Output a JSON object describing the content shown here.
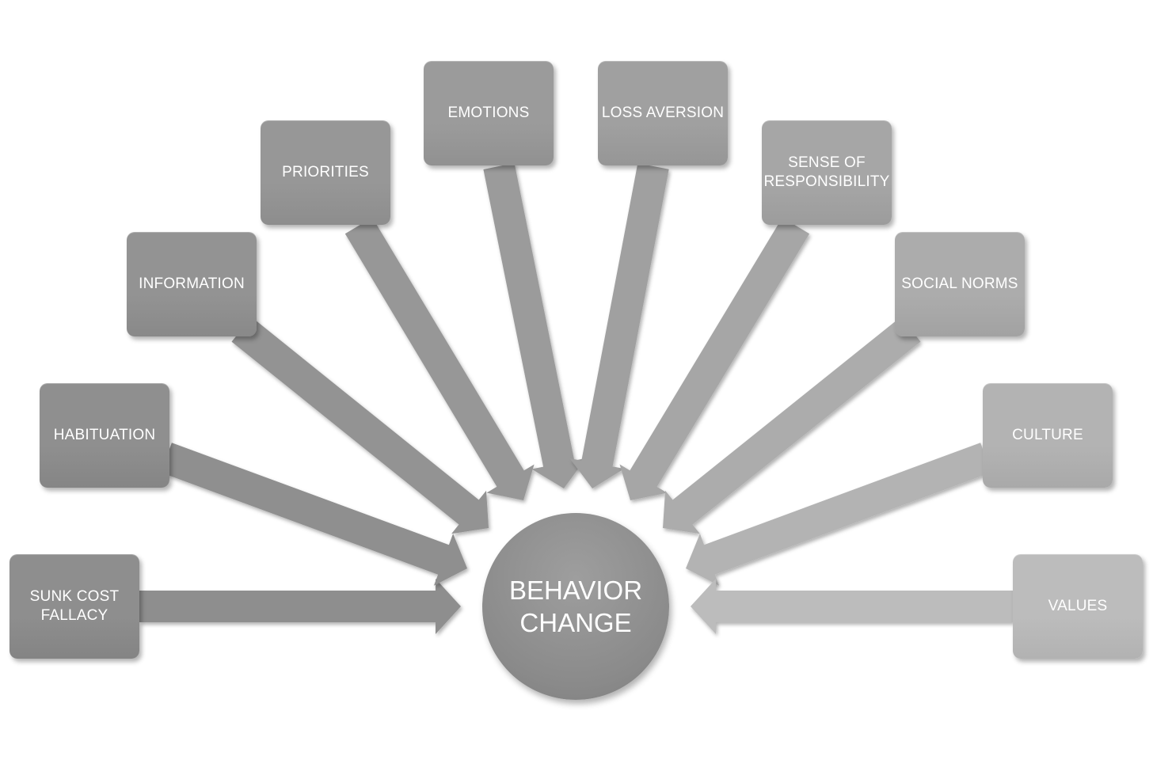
{
  "center": {
    "label": "BEHAVIOR\nCHANGE"
  },
  "factors": [
    {
      "id": "sunk-cost-fallacy",
      "label": "SUNK COST\nFALLACY",
      "color": "#8e8e8e"
    },
    {
      "id": "habituation",
      "label": "HABITUATION",
      "color": "#8f8f8f"
    },
    {
      "id": "information",
      "label": "INFORMATION",
      "color": "#939393"
    },
    {
      "id": "priorities",
      "label": "PRIORITIES",
      "color": "#979797"
    },
    {
      "id": "emotions",
      "label": "EMOTIONS",
      "color": "#9b9b9b"
    },
    {
      "id": "loss-aversion",
      "label": "LOSS AVERSION",
      "color": "#a0a0a0"
    },
    {
      "id": "sense-of-responsibility",
      "label": "SENSE OF\nRESPONSIBILITY",
      "color": "#a6a6a6"
    },
    {
      "id": "social-norms",
      "label": "SOCIAL NORMS",
      "color": "#acacac"
    },
    {
      "id": "culture",
      "label": "CULTURE",
      "color": "#b3b3b3"
    },
    {
      "id": "values",
      "label": "VALUES",
      "color": "#bcbcbc"
    }
  ]
}
